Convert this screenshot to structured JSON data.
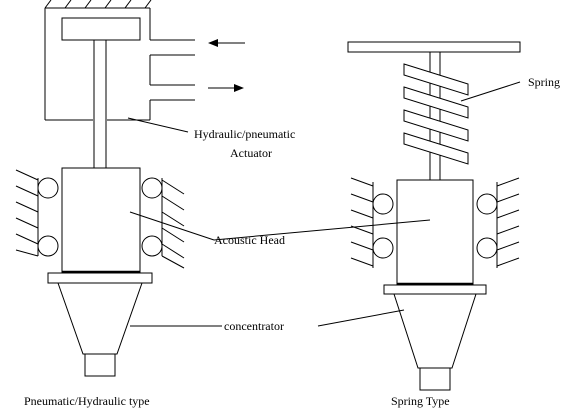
{
  "labels": {
    "spring": "Spring",
    "actuator_line1": "Hydraulic/pneumatic",
    "actuator_line2": "Actuator",
    "acoustic_head": "Acoustic Head",
    "concentrator": "concentrator",
    "left_caption": "Pneumatic/Hydraulic type",
    "right_caption": "Spring Type"
  }
}
